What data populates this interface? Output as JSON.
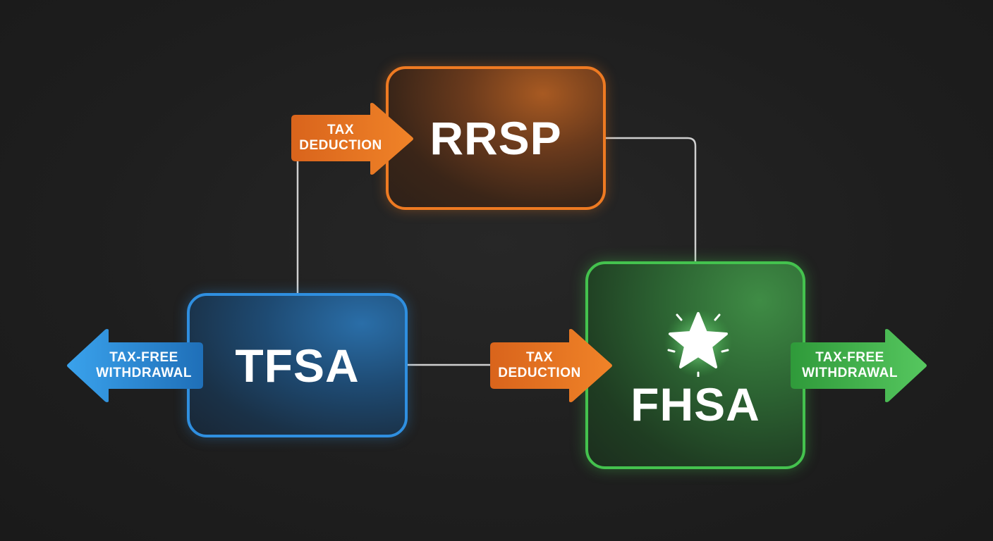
{
  "nodes": {
    "rrsp": {
      "label": "RRSP",
      "color": "#ee7a22"
    },
    "tfsa": {
      "label": "TFSA",
      "color": "#2f8fe0"
    },
    "fhsa": {
      "label": "FHSA",
      "color": "#44c24e",
      "icon": "star-icon"
    }
  },
  "arrows": {
    "rrsp_in": {
      "line1": "TAX",
      "line2": "DEDUCTION",
      "color": "#ee7a22"
    },
    "fhsa_in": {
      "line1": "TAX",
      "line2": "DEDUCTION",
      "color": "#ee7a22"
    },
    "tfsa_out": {
      "line1": "TAX-FREE",
      "line2": "WITHDRAWAL",
      "color": "#2f8fe0"
    },
    "fhsa_out": {
      "line1": "TAX-FREE",
      "line2": "WITHDRAWAL",
      "color": "#44c24e"
    }
  },
  "connector_color": "#cfcfcf"
}
